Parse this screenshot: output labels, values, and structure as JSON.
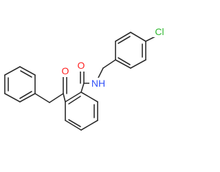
{
  "molecule": {
    "atoms": [
      {
        "id": "O",
        "label": "O",
        "color": "#ff2222"
      },
      {
        "id": "N",
        "label": "NH",
        "color": "#3050f8"
      },
      {
        "id": "Cl",
        "label": "Cl",
        "color": "#2eb82e"
      }
    ]
  }
}
